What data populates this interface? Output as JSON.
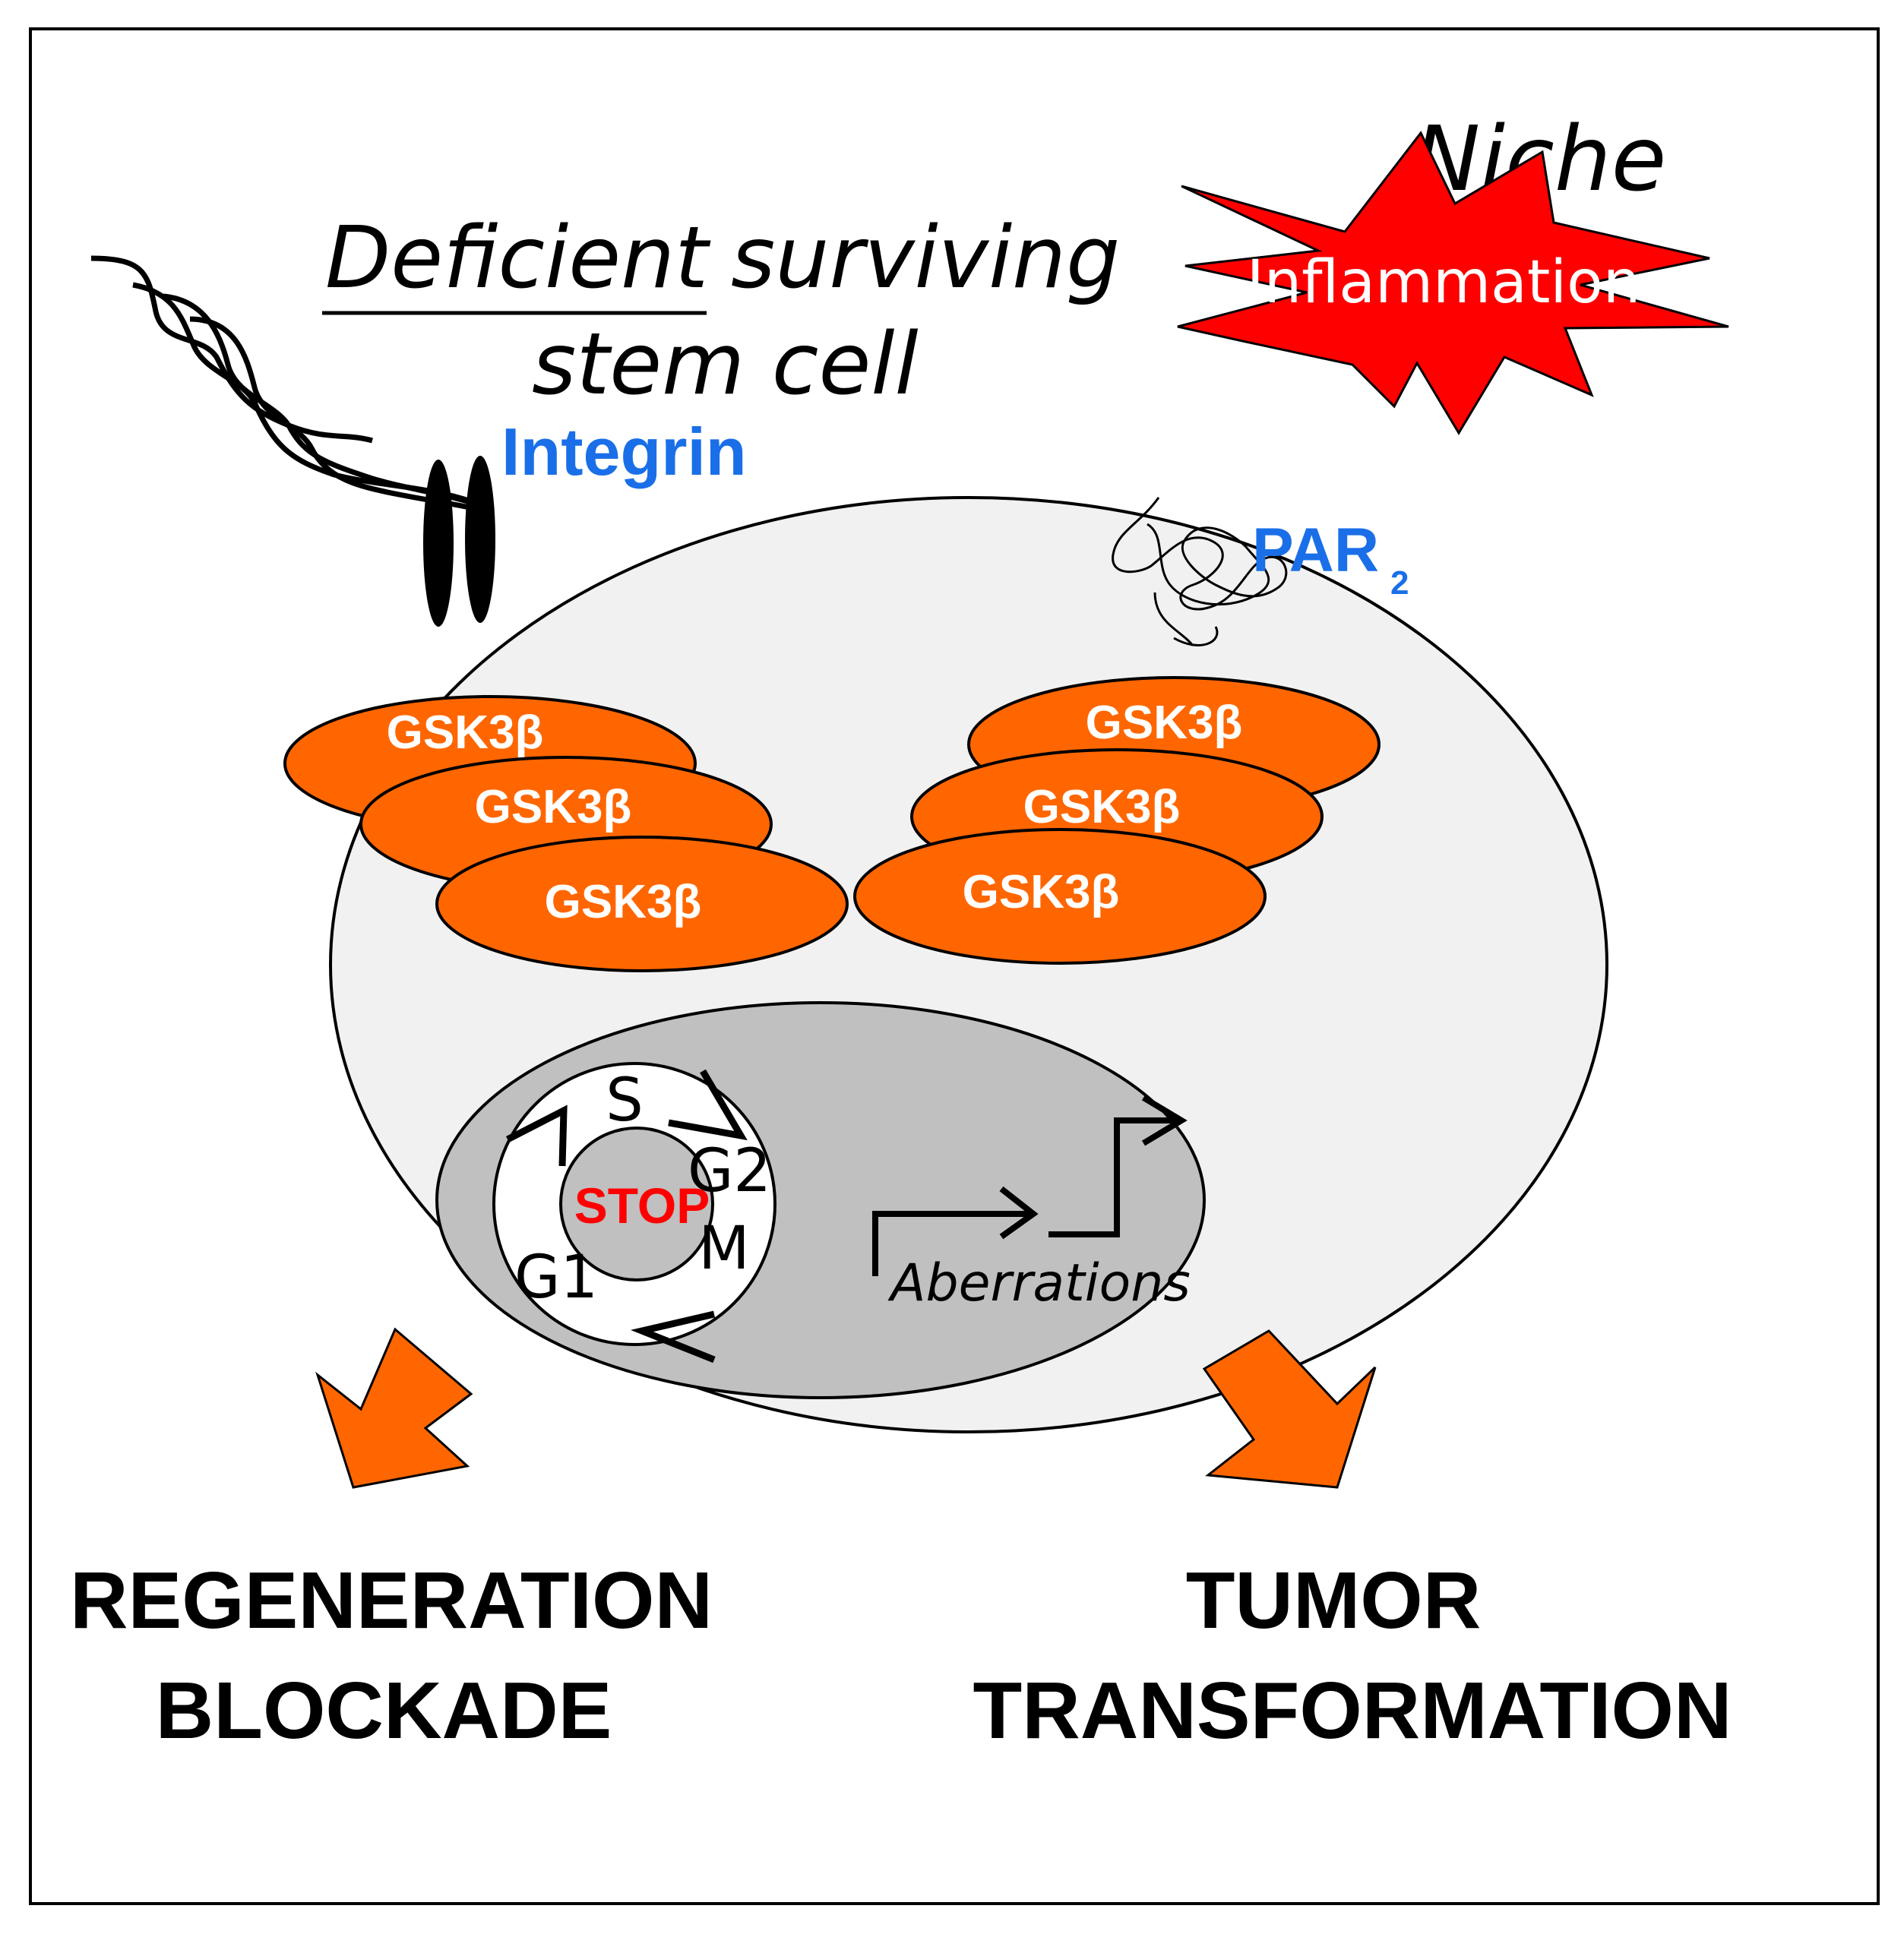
{
  "title": {
    "underlined": "Deficient",
    "rest_line1": "surviving",
    "line2": "stem cell"
  },
  "niche": {
    "label": "Niche",
    "burst_label": "Inflammation"
  },
  "receptors": {
    "integrin": "Integrin",
    "par_base": "PAR",
    "par_subscript": "2"
  },
  "gsk_left": [
    "GSK3β",
    "GSK3β",
    "GSK3β"
  ],
  "gsk_right": [
    "GSK3β",
    "GSK3β",
    "GSK3β"
  ],
  "cell_cycle": {
    "center": "STOP",
    "phases": {
      "s": "S",
      "g2": "G2",
      "m": "M",
      "g1": "G1"
    }
  },
  "aberrations_label": "Aberrations",
  "outcomes": {
    "left_line1": "REGENERATION",
    "left_line2": "BLOCKADE",
    "right_line1": "TUMOR",
    "right_line2": "TRANSFORMATION"
  },
  "colors": {
    "gsk_fill": "#ff6600",
    "burst_fill": "#ff0000",
    "receptor_text": "#1a6fe8",
    "stop_text": "#ff0000",
    "cell_fill": "#f1f1f1",
    "nucleus_fill": "#c0c0c0",
    "arrow_fill": "#ff6600"
  }
}
